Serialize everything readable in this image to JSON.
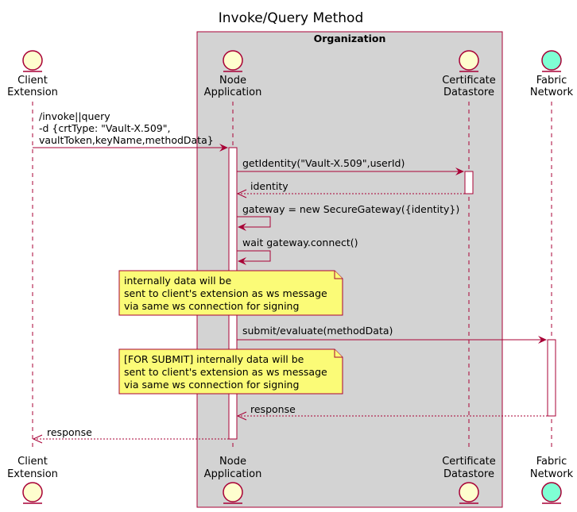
{
  "title": "Invoke/Query Method",
  "box": {
    "label": "Organization"
  },
  "participants": [
    {
      "line1": "Client",
      "line2": "Extension",
      "color": "#FEFECE"
    },
    {
      "line1": "Node",
      "line2": "Application",
      "color": "#FEFECE"
    },
    {
      "line1": "Certificate",
      "line2": "Datastore",
      "color": "#FEFECE"
    },
    {
      "line1": "Fabric",
      "line2": "Network",
      "color": "#7FFFD4"
    }
  ],
  "messages": {
    "invoke_line1": "/invoke||query",
    "invoke_line2": "-d {crtType: \"Vault-X.509\",",
    "invoke_line3": "vaultToken,keyName,methodData}",
    "get_identity": "getIdentity(\"Vault-X.509\",userId)",
    "identity": "identity",
    "gateway_new": "gateway = new SecureGateway({identity})",
    "gateway_connect": "wait gateway.connect()",
    "submit": "submit/evaluate(methodData)",
    "response_fabric": "response",
    "response_client": "response"
  },
  "notes": {
    "note1": [
      "internally data will be",
      "sent to client's extension as ws message",
      "via same ws connection for signing"
    ],
    "note2": [
      "[FOR SUBMIT] internally data will be",
      "sent to client's extension as ws message",
      "via same ws connection for signing"
    ]
  },
  "colors": {
    "line": "#A80036",
    "box": "#D3D3D3",
    "note": "#FBFB77",
    "participant": "#FEFECE",
    "participant_alt": "#7FFFD4"
  }
}
